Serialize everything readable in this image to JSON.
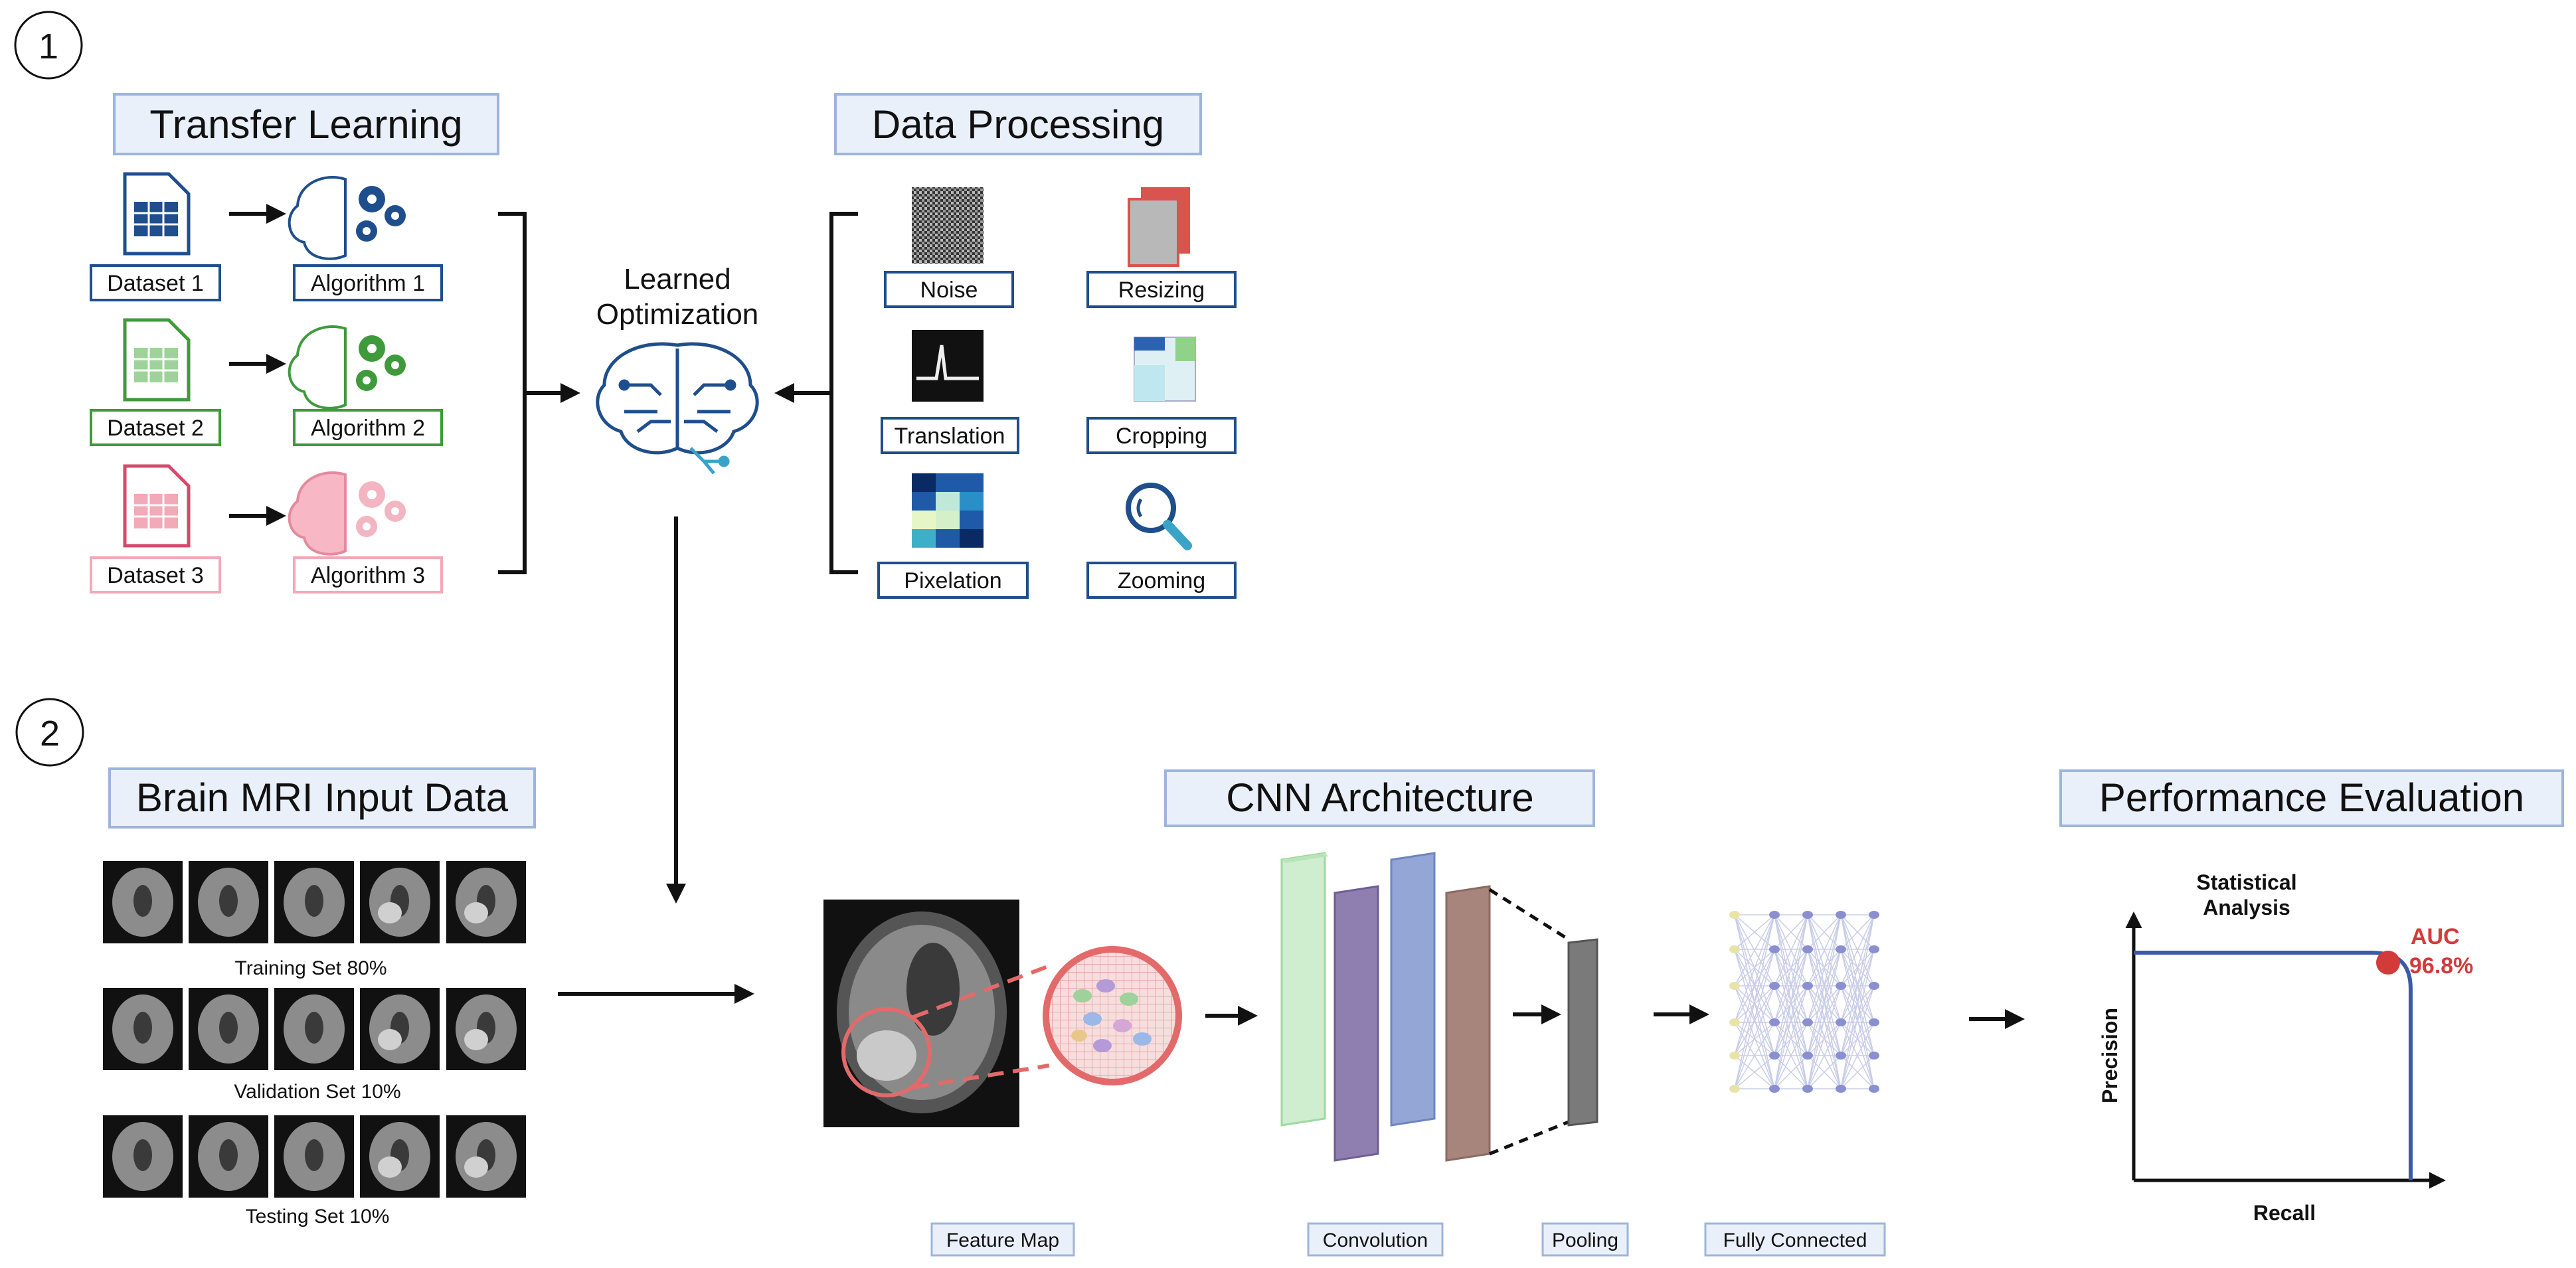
{
  "step1": "1",
  "step2": "2",
  "transfer": {
    "title": "Transfer Learning",
    "datasets": [
      "Dataset 1",
      "Dataset 2",
      "Dataset 3"
    ],
    "algorithms": [
      "Algorithm 1",
      "Algorithm 2",
      "Algorithm 3"
    ],
    "colors": [
      "#1f4e8c",
      "#3f9a3c",
      "#d44a6a"
    ]
  },
  "learned": {
    "line1": "Learned",
    "line2": "Optimization"
  },
  "processing": {
    "title": "Data Processing",
    "left": [
      "Noise",
      "Translation",
      "Pixelation"
    ],
    "right": [
      "Resizing",
      "Cropping",
      "Zooming"
    ]
  },
  "mri": {
    "title": "Brain MRI Input Data",
    "sets": [
      "Training Set 80%",
      "Validation Set 10%",
      "Testing Set 10%"
    ]
  },
  "cnn": {
    "title": "CNN Architecture",
    "labels": {
      "feature_map": "Feature Map",
      "convolution": "Convolution",
      "pooling": "Pooling",
      "fully_connected": "Fully Connected"
    }
  },
  "performance": {
    "title": "Performance Evaluation",
    "stat_line1": "Statistical",
    "stat_line2": "Analysis",
    "auc_label": "AUC",
    "auc_value": "96.8%",
    "xlabel": "Recall",
    "ylabel": "Precision"
  }
}
